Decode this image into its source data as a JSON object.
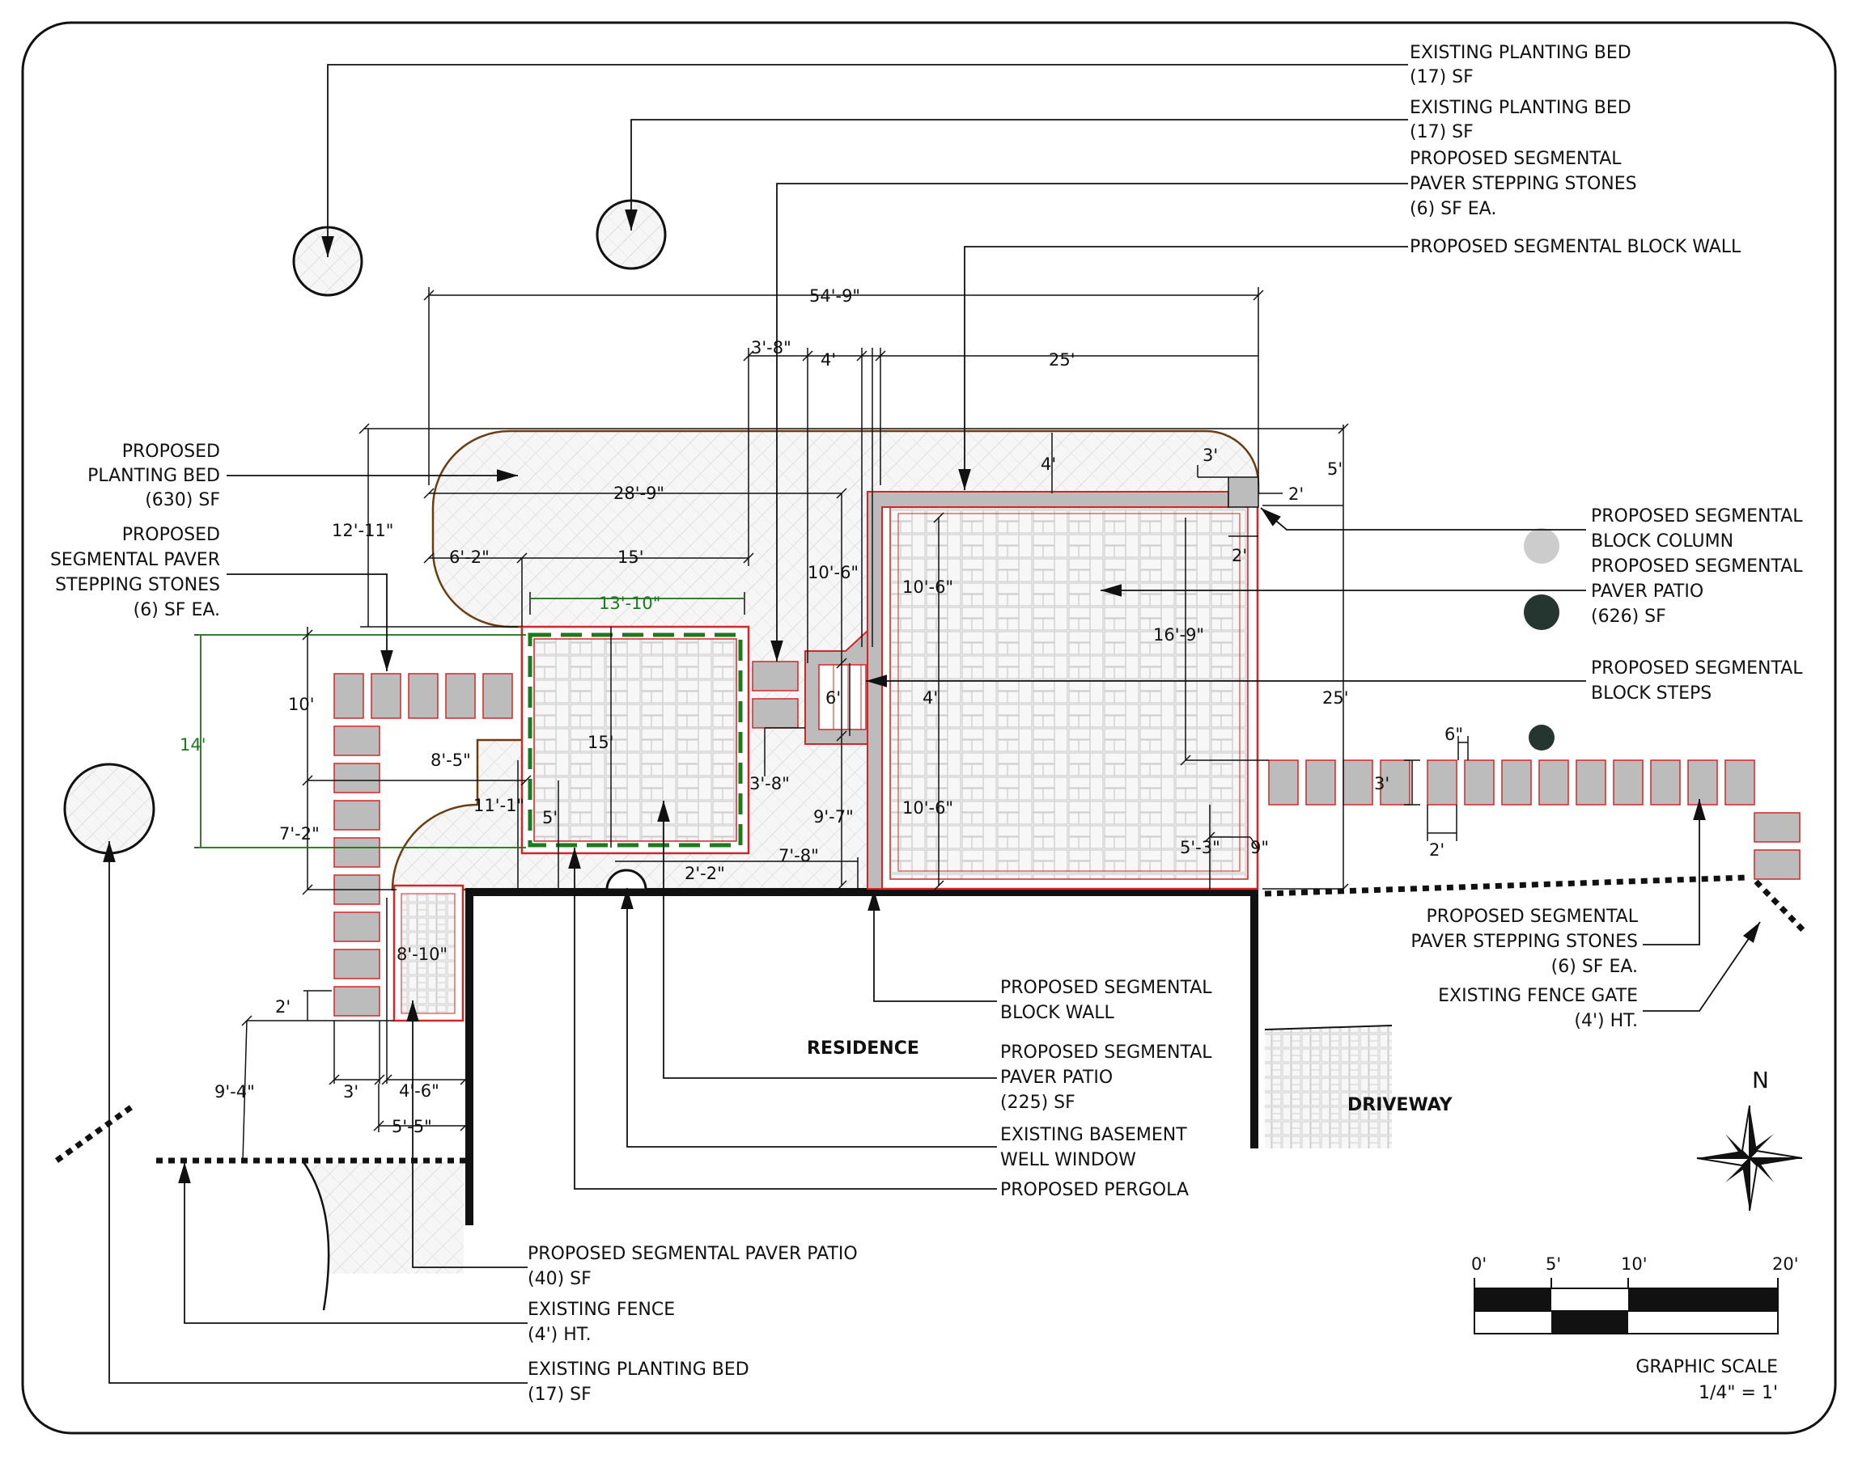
{
  "labels": {
    "tl_bed_1": "EXISTING PLANTING BED",
    "tl_bed_1_sf": "(17) SF",
    "tl_bed_2": "EXISTING PLANTING BED",
    "tl_bed_2_sf": "(17) SF",
    "stepping_top_1": "PROPOSED SEGMENTAL",
    "stepping_top_2": "PAVER STEPPING STONES",
    "stepping_top_3": "(6) SF EA.",
    "block_wall_top": "PROPOSED SEGMENTAL BLOCK WALL",
    "bed_630_1": "PROPOSED",
    "bed_630_2": "PLANTING BED",
    "bed_630_3": "(630) SF",
    "stepping_left_1": "PROPOSED",
    "stepping_left_2": "SEGMENTAL PAVER",
    "stepping_left_3": "STEPPING STONES",
    "stepping_left_4": "(6) SF EA.",
    "column_1": "PROPOSED SEGMENTAL",
    "column_2": "BLOCK COLUMN",
    "patio626_1": "PROPOSED SEGMENTAL",
    "patio626_2": "PAVER PATIO",
    "patio626_3": "(626) SF",
    "steps_1": "PROPOSED SEGMENTAL",
    "steps_2": "BLOCK STEPS",
    "stepping_right_1": "PROPOSED SEGMENTAL",
    "stepping_right_2": "PAVER STEPPING STONES",
    "stepping_right_3": "(6) SF EA.",
    "gate_1": "EXISTING FENCE GATE",
    "gate_2": "(4') HT.",
    "wall_bottom_1": "PROPOSED SEGMENTAL",
    "wall_bottom_2": "BLOCK WALL",
    "residence": "RESIDENCE",
    "patio225_1": "PROPOSED SEGMENTAL",
    "patio225_2": "PAVER PATIO",
    "patio225_3": "(225) SF",
    "window_1": "EXISTING BASEMENT",
    "window_2": "WELL WINDOW",
    "pergola": "PROPOSED PERGOLA",
    "driveway": "DRIVEWAY",
    "patio40_1": "PROPOSED SEGMENTAL PAVER PATIO",
    "patio40_2": "(40) SF",
    "fence_1": "EXISTING FENCE",
    "fence_2": "(4') HT.",
    "bed_bl_1": "EXISTING PLANTING BED",
    "bed_bl_2": "(17) SF",
    "north": "N",
    "scale_title": "GRAPHIC SCALE",
    "scale_ratio": "1/4\" = 1'",
    "scale_0": "0'",
    "scale_5": "5'",
    "scale_10": "10'",
    "scale_20": "20'"
  },
  "dims": {
    "d_54_9": "54'-9\"",
    "d_3_8_top": "3'-8\"",
    "d_4_top": "4'",
    "d_25_top": "25'",
    "d_4_bed": "4'",
    "d_3_bed": "3'",
    "d_5": "5'",
    "d_2_col": "2'",
    "d_2_col_b": "2'",
    "d_12_11": "12'-11\"",
    "d_28_9": "28'-9\"",
    "d_6_2": "6'-2\"",
    "d_15_h": "15'",
    "d_10_6_a": "10'-6\"",
    "d_10_6_b": "10'-6\"",
    "d_16_9": "16'-9\"",
    "d_13_10": "13'-10\"",
    "d_14": "14'",
    "d_10": "10'",
    "d_15_v": "15'",
    "d_6_steps": "6'",
    "d_4_steps": "4'",
    "d_25_right": "25'",
    "d_8_5": "8'-5\"",
    "d_3_8_mid": "3'-8\"",
    "d_11_1": "11'-1\"",
    "d_5_perg": "5'",
    "d_9_7": "9'-7\"",
    "d_10_6_c": "10'-6\"",
    "d_7_2": "7'-2\"",
    "d_7_8": "7'-8\"",
    "d_2_2": "2'-2\"",
    "d_5_3": "5'-3\"",
    "d_9in": "9\"",
    "d_6in": "6\"",
    "d_3_stone": "3'",
    "d_2_stone": "2'",
    "d_8_10": "8'-10\"",
    "d_2_left": "2'",
    "d_9_4": "9'-4\"",
    "d_3_left": "3'",
    "d_4_6": "4'-6\"",
    "d_5_5": "5'-5\""
  },
  "colors": {
    "line": "#111111",
    "paver_red": "#d32626",
    "bed_brown": "#6b3d12",
    "stone_gray": "#bcbcbc",
    "green_dim": "#1c7a1c",
    "hatch": "#d8d8d8"
  }
}
